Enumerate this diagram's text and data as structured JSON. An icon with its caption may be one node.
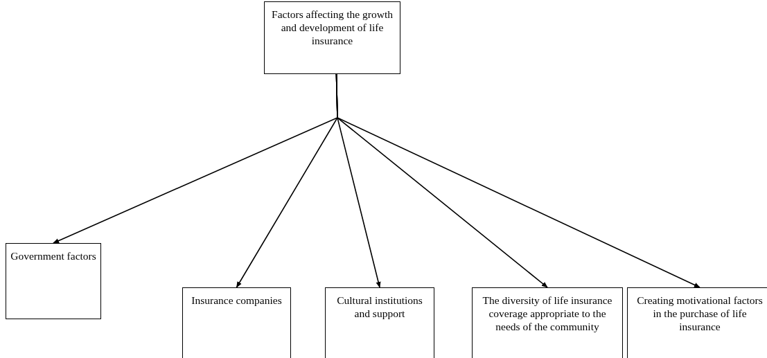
{
  "diagram": {
    "nodes": [
      {
        "text": [
          "Factors affecting the growth and development of life insurance"
        ]
      },
      {
        "text": [
          "Government factors"
        ]
      },
      {
        "text": [
          "Insurance companies"
        ]
      },
      {
        "text": [
          "Cultural institutions and support"
        ]
      },
      {
        "text": [
          "The diversity of life insurance coverage appropriate  to the needs of the community"
        ]
      },
      {
        "text": [
          "Creating motivational factors in the purchase of life insurance"
        ]
      }
    ],
    "edges": [
      {
        "from": 0,
        "to": 1,
        "arrow": "to"
      },
      {
        "from": 0,
        "to": 2,
        "arrow": "to"
      },
      {
        "from": 0,
        "to": 3,
        "arrow": "to"
      },
      {
        "from": 0,
        "to": 4,
        "arrow": "to"
      },
      {
        "from": 0,
        "to": 5,
        "arrow": "to"
      }
    ]
  }
}
